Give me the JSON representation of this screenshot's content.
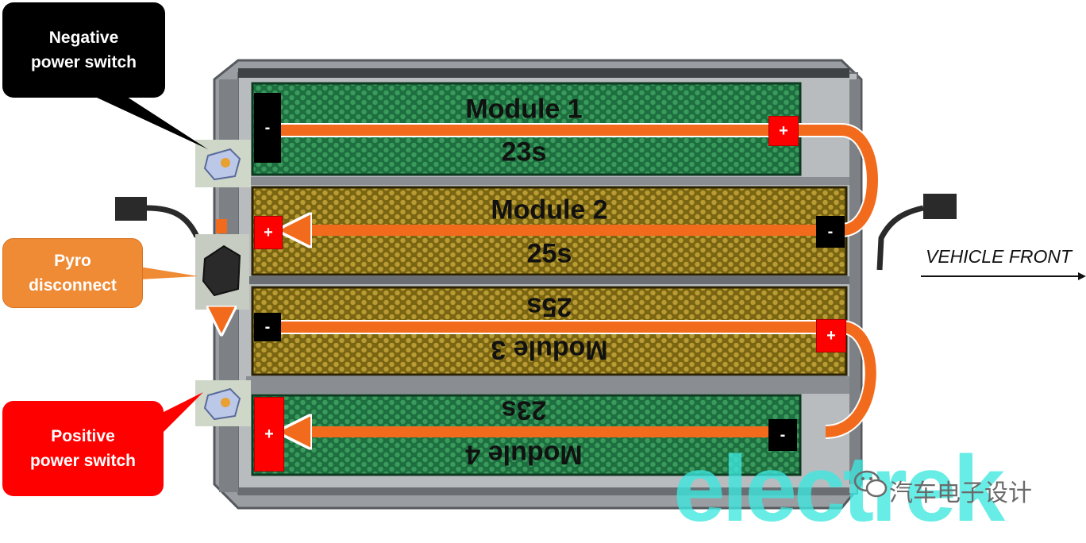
{
  "labels": {
    "negative_switch": [
      "Negative",
      "power switch"
    ],
    "pyro_disconnect": [
      "Pyro",
      "disconnect"
    ],
    "positive_switch": [
      "Positive",
      "power switch"
    ],
    "vehicle_front": "VEHICLE FRONT"
  },
  "modules": [
    {
      "name": "Module 1",
      "cells": "23s",
      "orientation": "upright",
      "color": "#1f7a45"
    },
    {
      "name": "Module 2",
      "cells": "25s",
      "orientation": "upright",
      "color": "#8a7418"
    },
    {
      "name": "Module 3",
      "cells": "25s",
      "orientation": "inverted",
      "color": "#8a7418"
    },
    {
      "name": "Module 4",
      "cells": "23s",
      "orientation": "inverted",
      "color": "#1f7a45"
    }
  ],
  "terminals": {
    "plus": "+",
    "minus": "-"
  },
  "watermark": {
    "brand": "electrek",
    "wechat_text": "汽车电子设计"
  },
  "colors": {
    "current_arrow": "#f26b1d",
    "negative_box": "#000000",
    "pyro_box": "#ef8a35",
    "positive_box": "#ff0000",
    "pack_frame": "#8f9397",
    "green_module": "#1f7a45",
    "gold_module": "#8a7418"
  }
}
